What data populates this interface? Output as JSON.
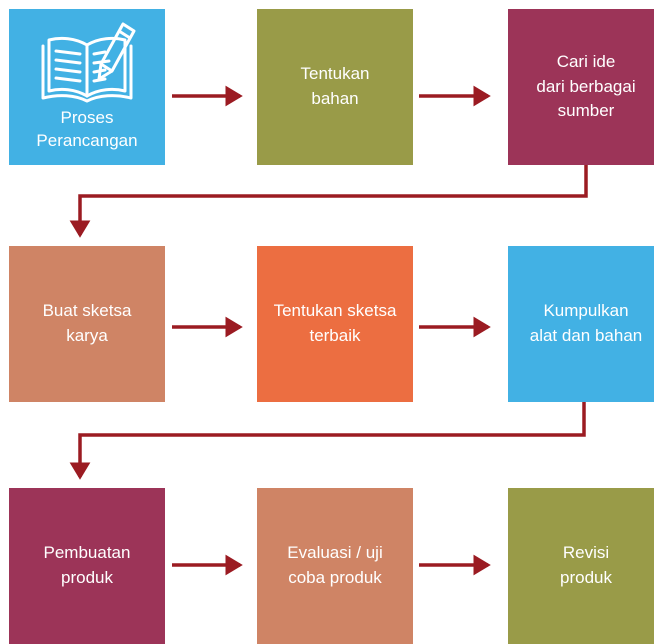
{
  "colors": {
    "blue": "#42b1e4",
    "olive": "#999b48",
    "maroon": "#9c3458",
    "salmon": "#cf8465",
    "orange": "#ec6e41",
    "arrow": "#9b1b22"
  },
  "boxes": [
    {
      "label": "Proses\nPerancangan",
      "color": "blue",
      "icon": "book-pencil-icon"
    },
    {
      "label": "Tentukan\nbahan",
      "color": "olive"
    },
    {
      "label": "Cari ide\ndari berbagai\nsumber",
      "color": "maroon"
    },
    {
      "label": "Buat sketsa\nkarya",
      "color": "salmon"
    },
    {
      "label": "Tentukan sketsa\nterbaik",
      "color": "orange"
    },
    {
      "label": "Kumpulkan\nalat dan bahan",
      "color": "blue"
    },
    {
      "label": "Pembuatan\nproduk",
      "color": "maroon"
    },
    {
      "label": "Evaluasi / uji\ncoba produk",
      "color": "salmon"
    },
    {
      "label": "Revisi\nproduk",
      "color": "olive"
    }
  ]
}
